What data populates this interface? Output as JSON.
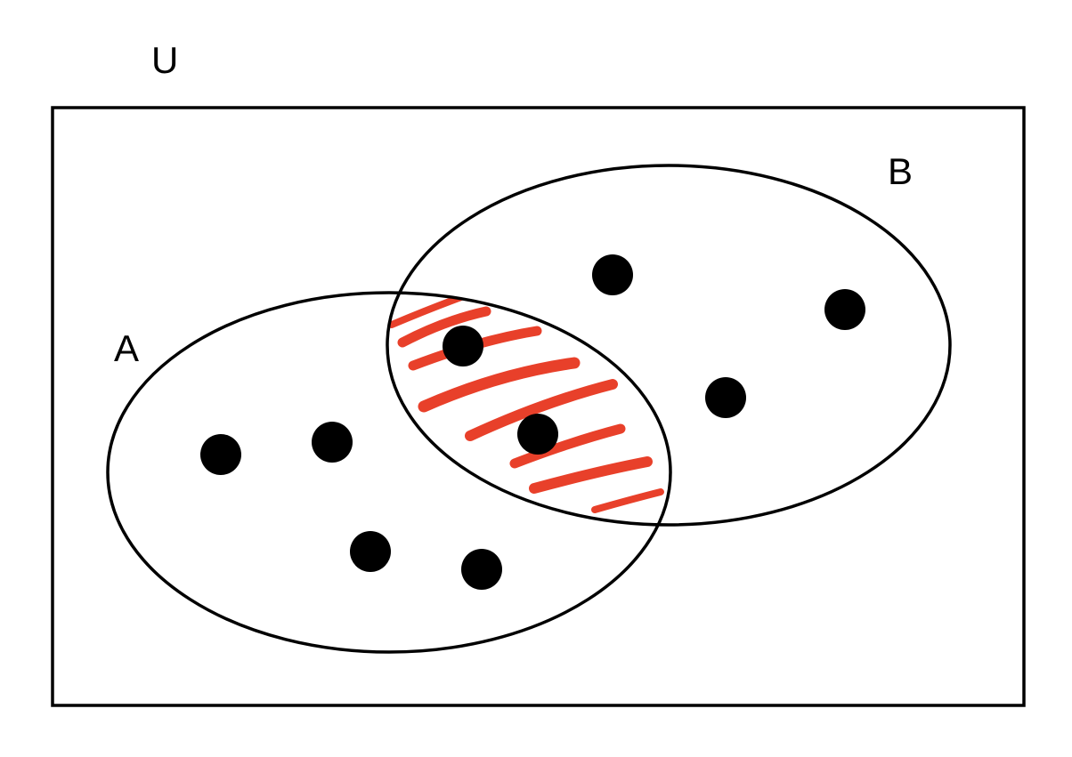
{
  "labels": {
    "universe": "U",
    "set_a": "A",
    "set_b": "B"
  },
  "colors": {
    "outline": "#000000",
    "point": "#000000",
    "hatch": "#e8402a",
    "background": "#ffffff"
  },
  "sets": {
    "a_only_points": 4,
    "b_only_points": 3,
    "intersection_points": 2,
    "intersection_shaded": true
  }
}
